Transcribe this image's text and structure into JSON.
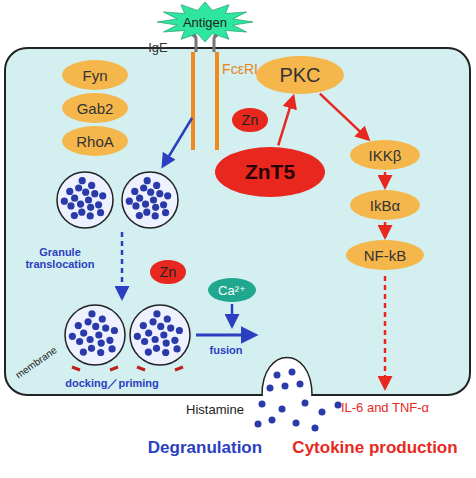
{
  "diagram": {
    "nodes": [
      {
        "text": [
          "Antigen"
        ]
      },
      {
        "text": [
          "Fyn"
        ]
      },
      {
        "text": [
          "Gab2"
        ]
      },
      {
        "text": [
          "RhoA"
        ]
      },
      {
        "text": [
          "PKC"
        ]
      },
      {
        "text": [
          "Zn"
        ]
      },
      {
        "text": [
          "ZnT5"
        ]
      },
      {
        "text": [
          "IKKβ"
        ]
      },
      {
        "text": [
          "IkBα"
        ]
      },
      {
        "text": [
          "NF-kB"
        ]
      },
      {
        "text": [
          "Zn"
        ]
      },
      {
        "text": [
          "Ca²⁺"
        ]
      }
    ],
    "edges": [
      {
        "from": 6,
        "to": 4,
        "arrow": "to"
      },
      {
        "from": 4,
        "to": 7,
        "arrow": "to"
      },
      {
        "from": 7,
        "to": 8,
        "arrow": "to"
      },
      {
        "from": 8,
        "to": 9,
        "arrow": "to"
      }
    ],
    "labels": [
      "IgE",
      "FcεRI",
      "Granule translocation",
      "membrane",
      "docking／priming",
      "fusion",
      "Histamine",
      "Degranulation",
      "IL-6 and TNF-α",
      "Cytokine production"
    ]
  }
}
